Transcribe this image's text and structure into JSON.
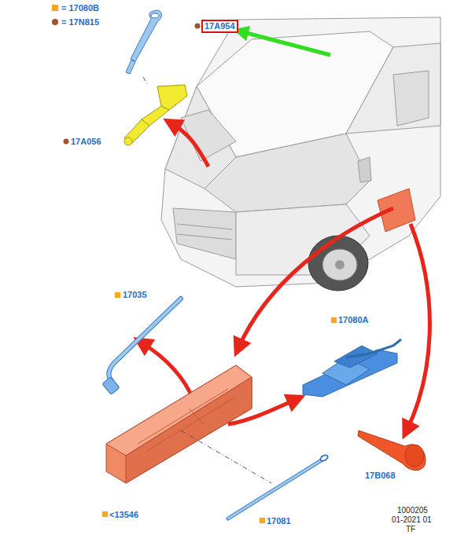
{
  "diagram": {
    "nodes": [
      {
        "text": [
          "17A954"
        ]
      }
    ],
    "labels": [
      "17A056",
      "17035",
      "17080A",
      "<13546",
      "17081",
      "17B068",
      "1000205",
      "01-2021 01",
      "TF"
    ],
    "legend": [
      {
        "text": "= 17080B",
        "color": "#f5a623"
      },
      {
        "text": "= 17N815",
        "color": "#a0522d"
      }
    ]
  }
}
